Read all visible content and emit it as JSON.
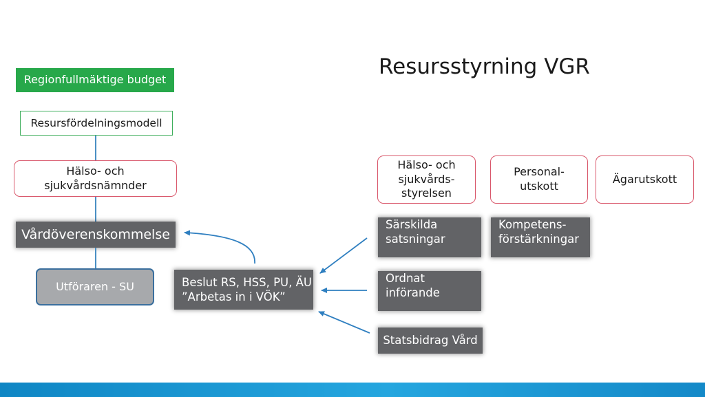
{
  "title": "Resursstyrning VGR",
  "left_column": {
    "budget": "Regionfullmäktige budget",
    "model": "Resursfördelningsmodell",
    "committees_line1": "Hälso- och",
    "committees_line2": "sjukvårdsnämnder",
    "agreement": "Vårdöverenskommelse",
    "provider": "Utföraren - SU"
  },
  "decision": {
    "line1": "Beslut RS, HSS, PU, ÄU",
    "line2": "”Arbetas in i VÖK”"
  },
  "right_top": {
    "board_line1": "Hälso- och",
    "board_line2": "sjukvårds-",
    "board_line3": "styrelsen",
    "personnel_line1": "Personal-",
    "personnel_line2": "utskott",
    "owner": "Ägarutskott"
  },
  "right_inputs": {
    "special_line1": "Särskilda",
    "special_line2": "satsningar",
    "competence_line1": "Kompetens-",
    "competence_line2": "förstärkningar",
    "ordered_line1": "Ordnat",
    "ordered_line2": "införande",
    "grant": "Statsbidrag Vård"
  },
  "colors": {
    "green": "#27a84a",
    "dark_box": "#626366",
    "outline_red": "#d9576b",
    "arrow_blue": "#2f7fc0",
    "footer_blue": "#1a96d6"
  }
}
